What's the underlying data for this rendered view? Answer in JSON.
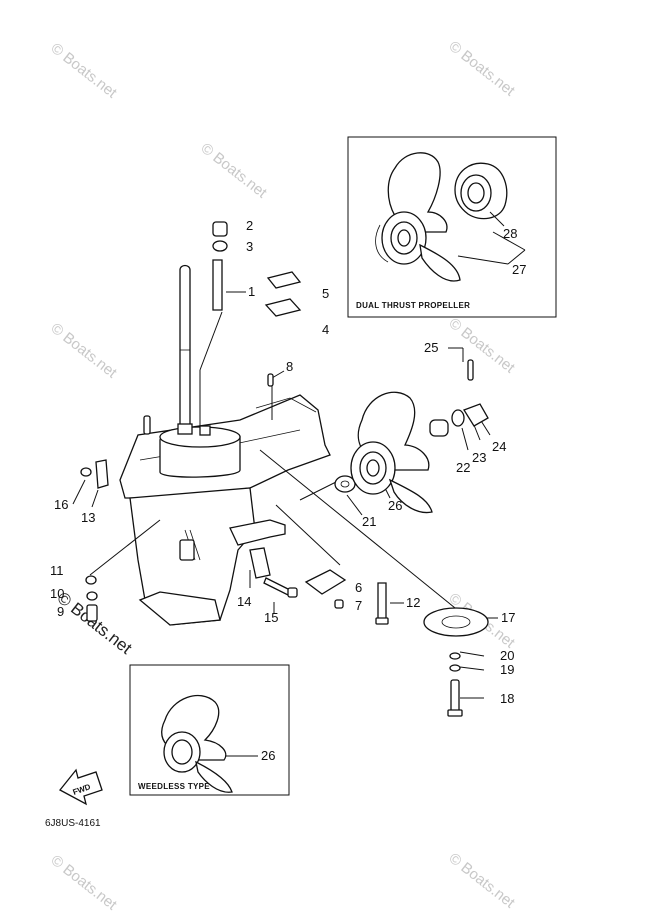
{
  "watermarks": [
    "© Boats.net",
    "© Boats.net",
    "© Boats.net",
    "© Boats.net",
    "© Boats.net",
    "© Boats.net",
    "© Boats.net",
    "© Boats.net"
  ],
  "watermark_dark": "© Boats.net",
  "insets": {
    "dual_thrust_label": "DUAL THRUST PROPELLER",
    "weedless_label": "WEEDLESS TYPE"
  },
  "fwd_label": "FWD",
  "diagram_code": "6J8US-4161",
  "callouts": {
    "c1": "1",
    "c2": "2",
    "c3": "3",
    "c4": "4",
    "c5": "5",
    "c6": "6",
    "c7": "7",
    "c8": "8",
    "c9": "9",
    "c10": "10",
    "c11": "11",
    "c12": "12",
    "c13": "13",
    "c14": "14",
    "c15": "15",
    "c16": "16",
    "c17": "17",
    "c18": "18",
    "c19": "19",
    "c20": "20",
    "c21": "21",
    "c22": "22",
    "c23": "23",
    "c24": "24",
    "c25": "25",
    "c26a": "26",
    "c26b": "26",
    "c27": "27",
    "c28": "28"
  },
  "colors": {
    "line": "#111111",
    "watermark": "#c8c8c8",
    "background": "#ffffff"
  }
}
